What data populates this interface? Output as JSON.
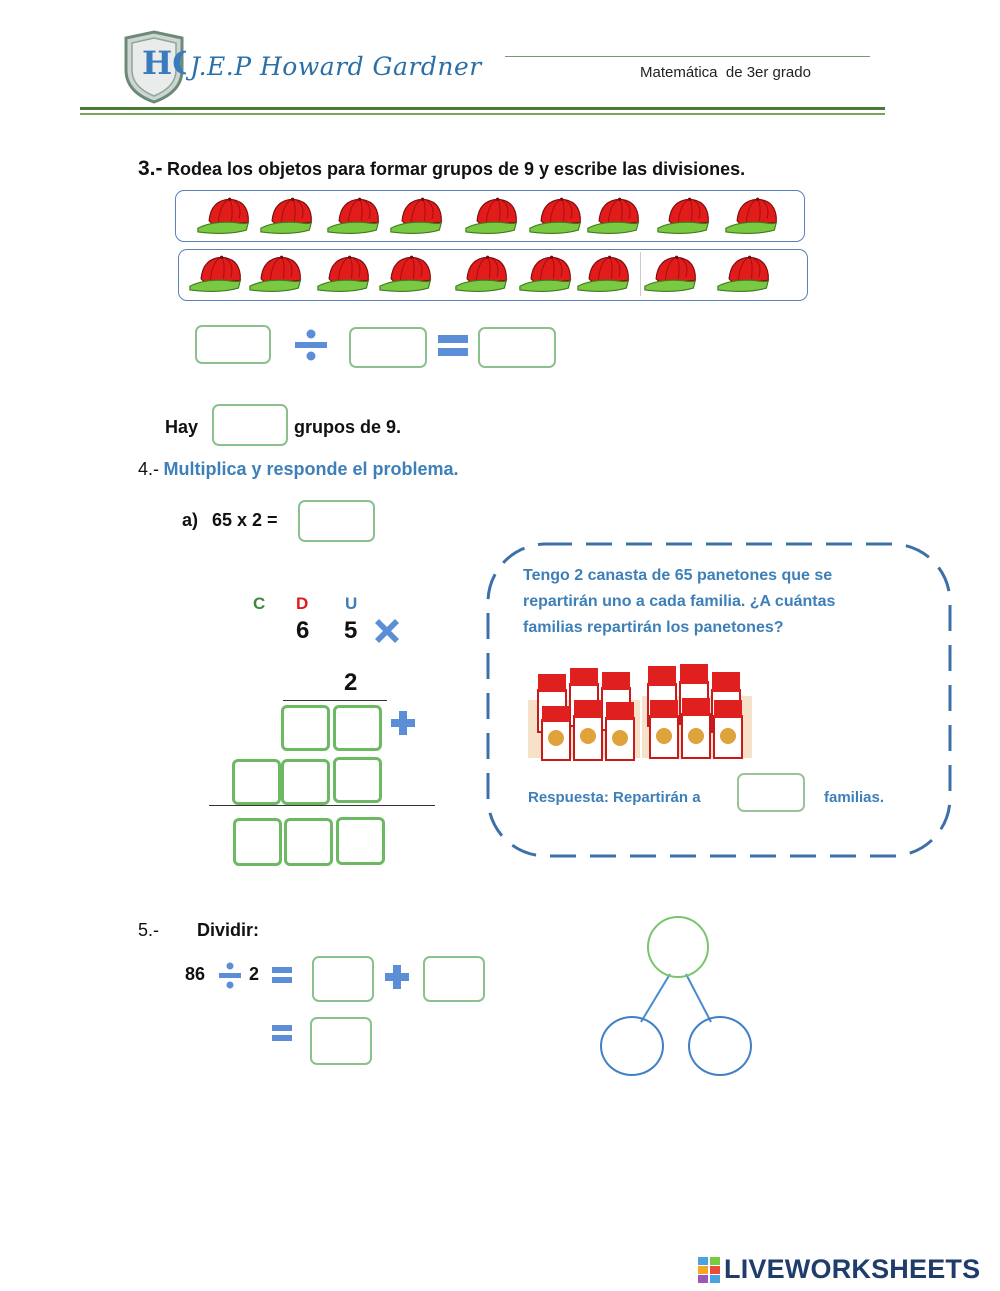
{
  "header": {
    "school_name": "J.E.P Howard Gardner",
    "logo_letters": "HG",
    "subject": "Matemática  de 3er grado"
  },
  "q3": {
    "number": "3.-",
    "instruction": "Rodea los objetos para formar grupos de 9 y escribe las divisiones.",
    "rows": [
      9,
      9
    ],
    "cap_colors": {
      "crown": "#e21b1b",
      "visor": "#7ac943"
    },
    "hay_label": "Hay",
    "groups_label": "grupos de 9."
  },
  "q4": {
    "number": "4.-",
    "title": "Multiplica y responde el problema.",
    "part_a_label": "a)",
    "part_a_expr": "65 x 2 =",
    "place_headers": {
      "c": "C",
      "d": "D",
      "u": "U"
    },
    "digits": {
      "tens": "6",
      "units": "5",
      "multiplier": "2"
    },
    "problem_text": "Tengo 2 canasta de 65 panetones que se repartirán uno a cada familia. ¿A cuántas familias repartirán los panetones?",
    "answer_prefix": "Respuesta: Repartirán a",
    "answer_suffix": "familias."
  },
  "q5": {
    "number": "5.-",
    "title": "Dividir:",
    "dividend": "86",
    "divisor": "2"
  },
  "footer": {
    "brand": "LIVEWORKSHEETS"
  },
  "colors": {
    "accent_blue": "#3d7fb8",
    "box_green": "#6db863",
    "op_blue": "#5b8ed6",
    "header_line_green": "#4a7a38"
  }
}
